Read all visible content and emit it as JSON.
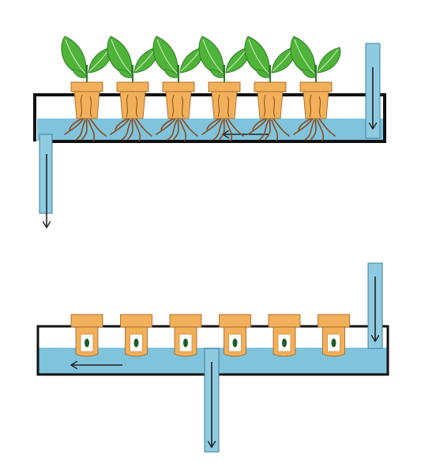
{
  "diagram": {
    "colors": {
      "water": "#7fc4dc",
      "water_edge": "#3a7f9c",
      "pipe": "#8fcbe0",
      "pot": "#f2b05a",
      "pot_dark": "#d68a33",
      "pot_edge": "#9a5e1e",
      "leaf": "#4fb33a",
      "leaf_dark": "#2f7d24",
      "leaf_vein": "#d9f0c8",
      "root": "#8b4a1c",
      "frame": "#111111",
      "arrow": "#222222",
      "pot_window": "#ffffff",
      "seed": "#1d5d2b"
    },
    "top_system": {
      "plant_count": 6,
      "flow_direction": "right-to-left",
      "inlet": "top-right",
      "outlet": "bottom-left"
    },
    "bottom_system": {
      "pot_count": 6,
      "flow_direction": "right-to-left",
      "inlet": "top-right",
      "outlet": "bottom-center"
    }
  }
}
